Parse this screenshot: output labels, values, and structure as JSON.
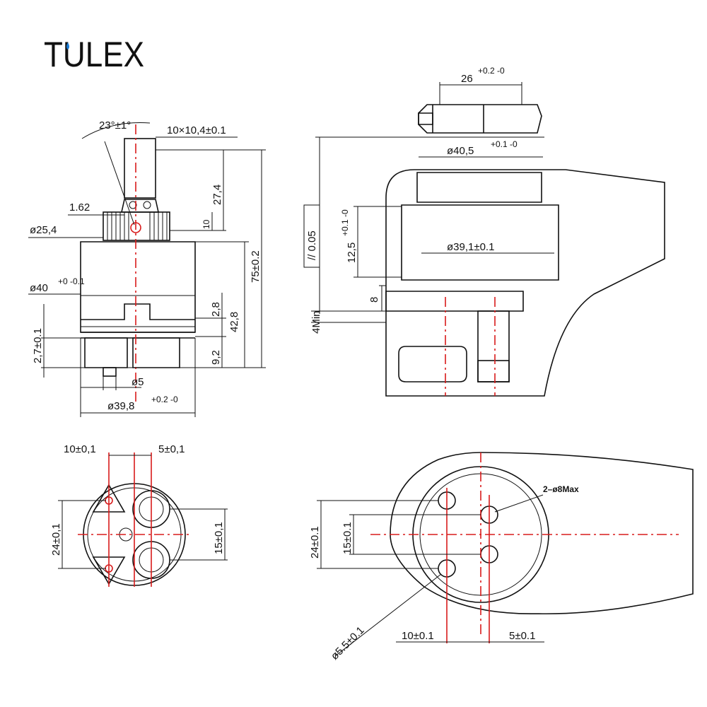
{
  "brand": {
    "logo_text": "TULEX",
    "accent_color": "#1a7bd4"
  },
  "colors": {
    "line": "#111111",
    "centerline": "#d81b1b"
  },
  "side_view": {
    "angle": "23°±1°",
    "spline": "10×10,4±0.1",
    "stem_height": "27,4",
    "offset": "1.62",
    "dia_254": "ø25,4",
    "ten": "10",
    "dia_40": "ø40",
    "dia_40_tol": "+0 -0.1",
    "h_28": "2,8",
    "h_428": "42,8",
    "h_75": "75±0.2",
    "h_27": "2,7±0.1",
    "h_92": "9,2",
    "dia_5": "ø5",
    "dia_398": "ø39,8",
    "dia_398_tol": "+0.2 -0"
  },
  "section_view": {
    "w_26": "26",
    "w_26_tol": "+0.2 -0",
    "dia_405": "ø40,5",
    "dia_405_tol": "+0.1 -0",
    "parallel": "// 0.05",
    "h_125": "12,5",
    "h_125_tol": "+0.1 -0",
    "dia_391": "ø39,1±0.1",
    "h_8": "8",
    "min_4": "4Min"
  },
  "bottom_view": {
    "w_10": "10±0,1",
    "w_5": "5±0,1",
    "h_24": "24±0,1",
    "h_15": "15±0,1"
  },
  "base_view": {
    "holes": "2–ø8Max",
    "h_24": "24±0.1",
    "h_15": "15±0.1",
    "dia_55": "ø5.5±0.1",
    "w_10": "10±0.1",
    "w_5": "5±0.1"
  }
}
